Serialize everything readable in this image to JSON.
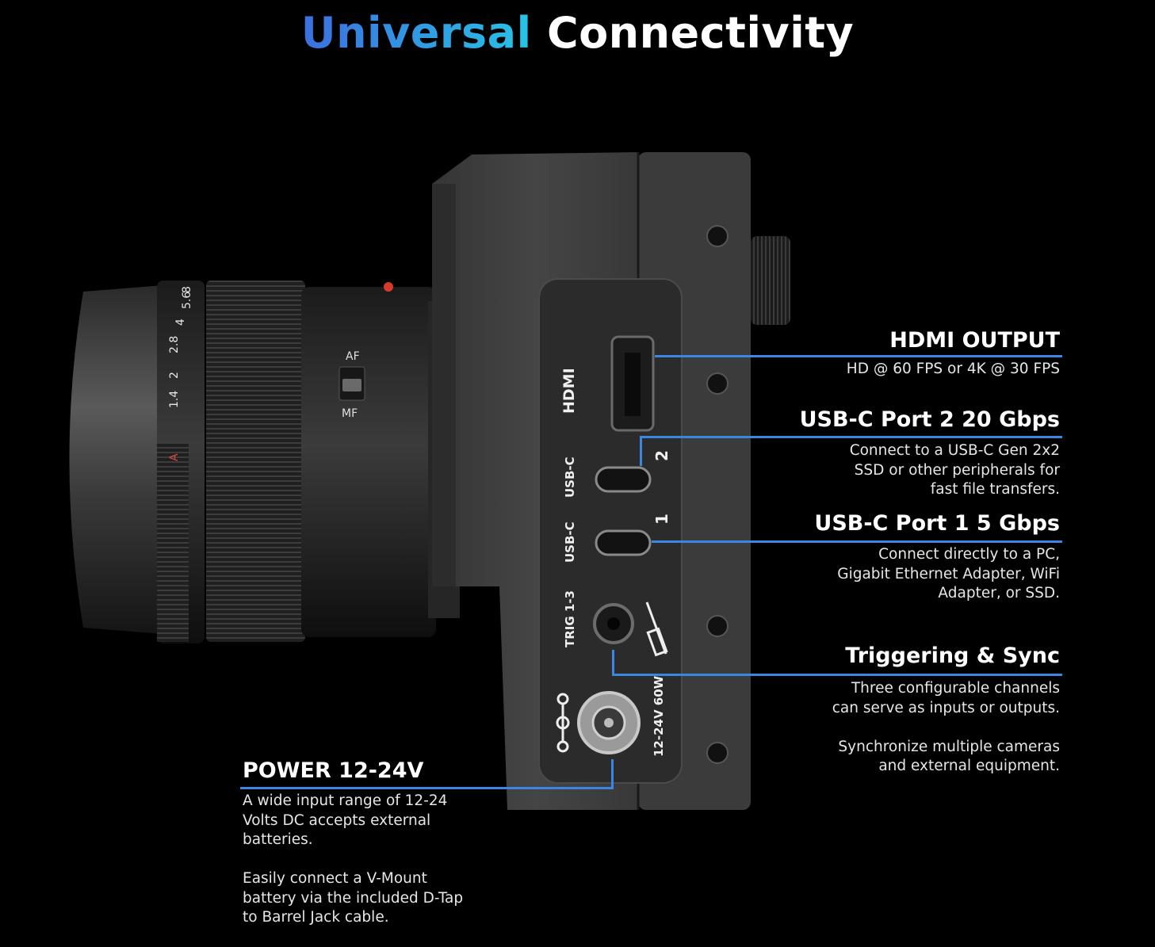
{
  "headline": {
    "accent": "Universal",
    "rest": "Connectivity"
  },
  "camera": {
    "lens_apertures": [
      "1.4",
      "2",
      "2.8",
      "4",
      "5.6",
      "8"
    ],
    "lens_auto_mark": "A",
    "focus_switch": {
      "top": "AF",
      "bottom": "MF"
    },
    "port_labels": {
      "hdmi": "HDMI",
      "usb_c_2": "USB-C",
      "usb_c_1": "USB-C",
      "trig": "TRIG 1-3",
      "power": "12-24V 60W",
      "num_2": "2",
      "num_1": "1"
    }
  },
  "callouts": {
    "hdmi": {
      "title": "HDMI OUTPUT",
      "lines": [
        "HD @ 60 FPS or 4K @ 30 FPS"
      ]
    },
    "usb2": {
      "title": "USB-C Port 2  20 Gbps",
      "lines": [
        "Connect to a USB-C Gen 2x2",
        "SSD or other peripherals for",
        "fast file transfers."
      ]
    },
    "usb1": {
      "title": "USB-C Port 1 5 Gbps",
      "lines": [
        "Connect directly to a PC,",
        "Gigabit Ethernet Adapter, WiFi",
        "Adapter, or SSD."
      ]
    },
    "trig": {
      "title": "Triggering & Sync",
      "lines": [
        "Three configurable channels",
        "can serve as inputs or outputs.",
        "",
        "Synchronize multiple cameras",
        "and external equipment."
      ]
    },
    "power": {
      "title": "POWER 12-24V",
      "lines": [
        "A wide input range of 12-24",
        "Volts DC accepts external",
        "batteries.",
        "",
        "Easily connect a V-Mount",
        "battery via the included D-Tap",
        "to Barrel Jack cable."
      ]
    }
  },
  "colors": {
    "accent_start": "#3b6fe0",
    "accent_end": "#28c3e6",
    "line": "#3a86e0",
    "body": "#3d3d3d"
  }
}
